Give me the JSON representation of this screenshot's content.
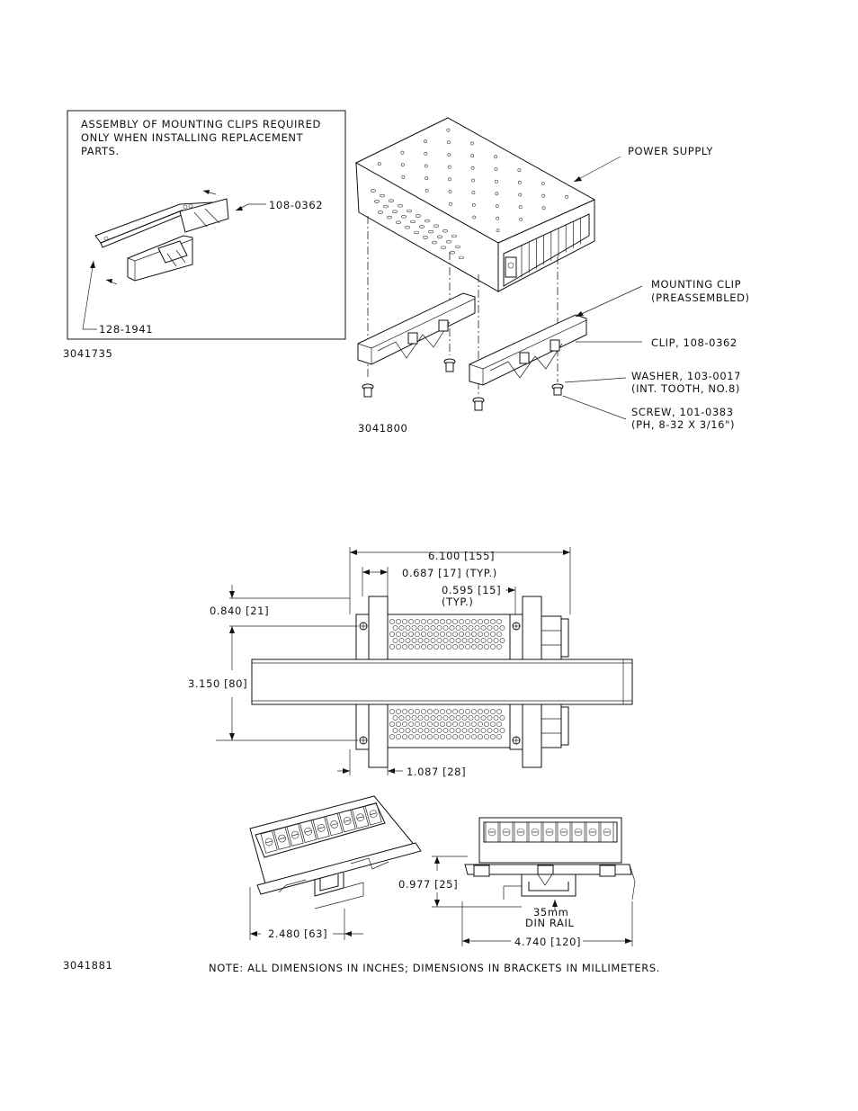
{
  "top_figure": {
    "inset_note": [
      "ASSEMBLY OF MOUNTING CLIPS REQUIRED",
      "ONLY WHEN INSTALLING REPLACEMENT",
      "PARTS."
    ],
    "inset_part_a": "108-0362",
    "inset_part_b": "128-1941",
    "inset_drawing_number": "3041735",
    "label_power_supply": "POWER SUPPLY",
    "label_mounting_clip": [
      "MOUNTING CLIP",
      "(PREASSEMBLED)"
    ],
    "label_clip": "CLIP, 108-0362",
    "label_washer": [
      "WASHER, 103-0017",
      "(INT. TOOTH, NO.8)"
    ],
    "label_screw": [
      "SCREW, 101-0383",
      "(PH, 8-32 X 3/16\")"
    ],
    "drawing_number": "3041800"
  },
  "bottom_figure": {
    "dim_overall_width": "6.100 [155]",
    "dim_clip_offset": "0.687 [17] (TYP.)",
    "dim_clip_width": [
      "0.595 [15]",
      "(TYP.)"
    ],
    "dim_top_hole": "0.840 [21]",
    "dim_height": "3.150 [80]",
    "dim_bottom": "1.087 [28]",
    "dim_depth_tilted": "2.480 [63]",
    "dim_rail_height": "0.977 [25]",
    "label_rail": [
      "35mm",
      "DIN RAIL"
    ],
    "dim_depth": "4.740 [120]",
    "drawing_number": "3041881",
    "note": "NOTE: ALL DIMENSIONS IN INCHES; DIMENSIONS IN BRACKETS IN MILLIMETERS."
  }
}
